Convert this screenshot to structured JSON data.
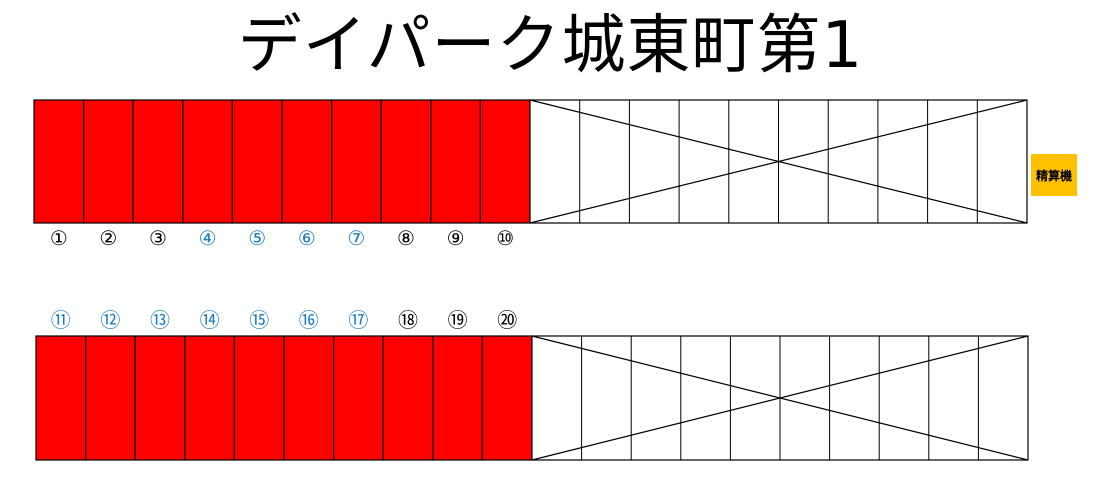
{
  "title": "デイパーク城東町第1",
  "kiosk_label": "精算機",
  "colors": {
    "occupied": "#ff0000",
    "empty": "#ffffff",
    "line": "#000000",
    "blue_number": "#1a7cc1",
    "black_number": "#000000",
    "kiosk": "#ffc000"
  },
  "rows": [
    {
      "id": "upper",
      "slots": [
        {
          "label": "①",
          "color": "black",
          "occupied": true
        },
        {
          "label": "②",
          "color": "black",
          "occupied": true
        },
        {
          "label": "③",
          "color": "black",
          "occupied": true
        },
        {
          "label": "④",
          "color": "blue",
          "occupied": true
        },
        {
          "label": "⑤",
          "color": "blue",
          "occupied": true
        },
        {
          "label": "⑥",
          "color": "blue",
          "occupied": true
        },
        {
          "label": "⑦",
          "color": "blue",
          "occupied": true
        },
        {
          "label": "⑧",
          "color": "black",
          "occupied": true
        },
        {
          "label": "⑨",
          "color": "black",
          "occupied": true
        },
        {
          "label": "⑩",
          "color": "black",
          "occupied": true
        }
      ],
      "unused_slots": 10
    },
    {
      "id": "lower",
      "slots": [
        {
          "label": "⑪",
          "color": "blue",
          "occupied": true
        },
        {
          "label": "⑫",
          "color": "blue",
          "occupied": true
        },
        {
          "label": "⑬",
          "color": "blue",
          "occupied": true
        },
        {
          "label": "⑭",
          "color": "blue",
          "occupied": true
        },
        {
          "label": "⑮",
          "color": "blue",
          "occupied": true
        },
        {
          "label": "⑯",
          "color": "blue",
          "occupied": true
        },
        {
          "label": "⑰",
          "color": "blue",
          "occupied": true
        },
        {
          "label": "⑱",
          "color": "black",
          "occupied": true
        },
        {
          "label": "⑲",
          "color": "black",
          "occupied": true
        },
        {
          "label": "⑳",
          "color": "black",
          "occupied": true
        }
      ],
      "unused_slots": 10
    }
  ]
}
